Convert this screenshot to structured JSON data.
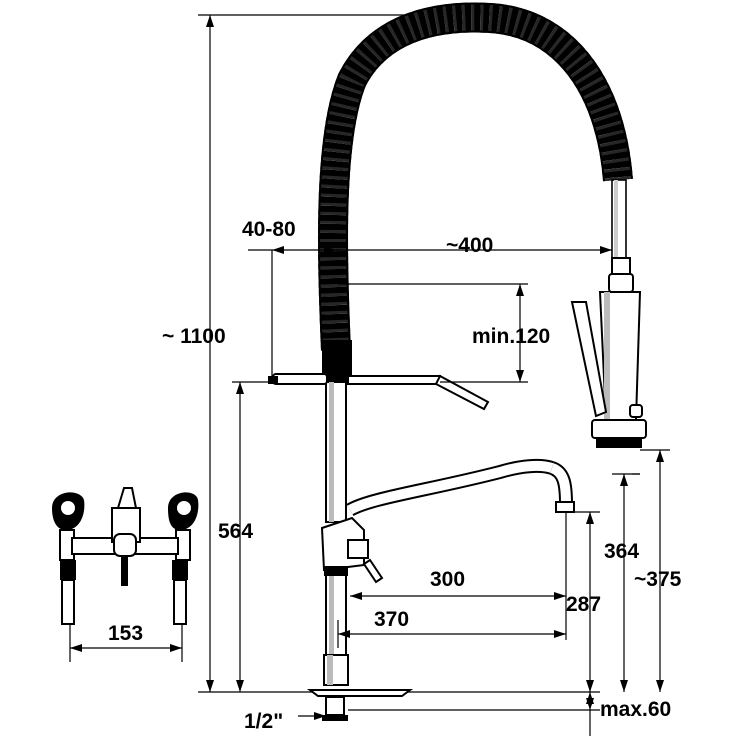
{
  "diagram": {
    "dimensions": {
      "total_height": "~ 1100",
      "hose_offset": "40-80",
      "spray_reach": "~400",
      "min_clearance": "min.120",
      "bracket_height": "564",
      "valve_spacing": "153",
      "spout_300": "300",
      "spout_370": "370",
      "spout_height_287": "287",
      "spray_height_364": "364",
      "spray_height_375": "~375",
      "thread": "1/2\"",
      "deck_thickness": "max.60"
    }
  }
}
